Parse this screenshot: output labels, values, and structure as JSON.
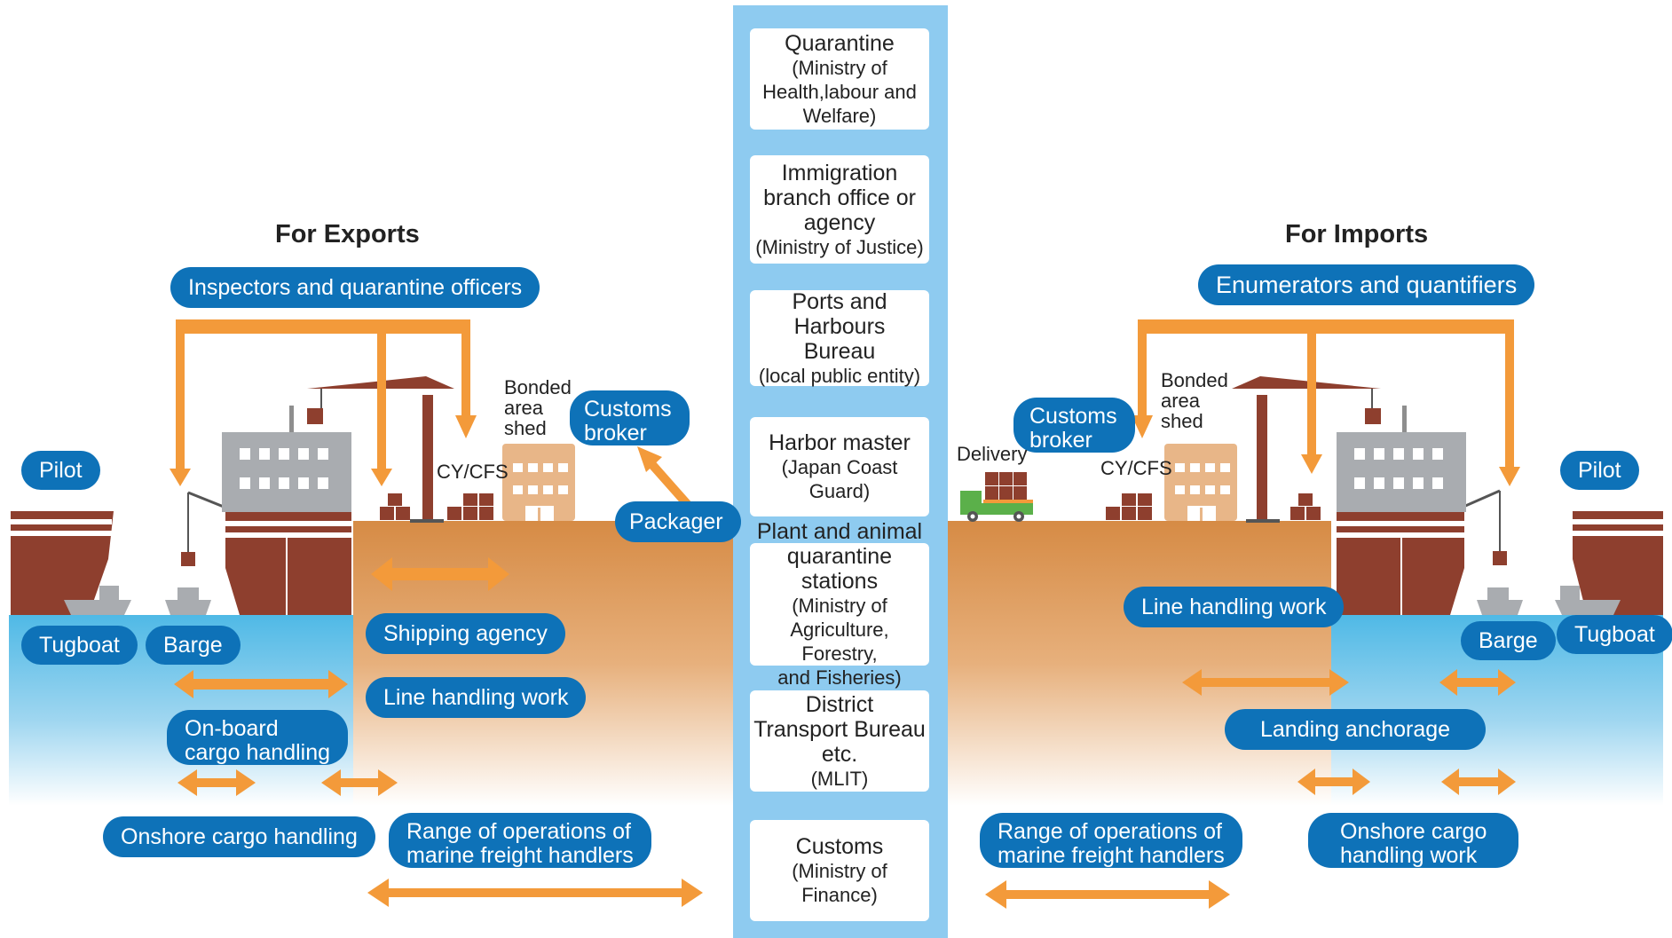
{
  "exports": {
    "heading": "For Exports",
    "inspectors": "Inspectors and quarantine officers",
    "pilot": "Pilot",
    "tugboat": "Tugboat",
    "barge": "Barge",
    "onboard_line1": "On-board",
    "onboard_line2": "cargo handling",
    "onshore": "Onshore cargo handling",
    "shipping_agency": "Shipping agency",
    "line_handling": "Line handling work",
    "range_line1": "Range of operations of",
    "range_line2": "marine freight handlers",
    "customs_broker_line1": "Customs",
    "customs_broker_line2": "broker",
    "packager": "Packager",
    "cycfs": "CY/CFS",
    "bonded_line1": "Bonded",
    "bonded_line2": "area",
    "bonded_line3": "shed"
  },
  "imports": {
    "heading": "For Imports",
    "enumerators": "Enumerators and quantifiers",
    "pilot": "Pilot",
    "tugboat": "Tugboat",
    "barge": "Barge",
    "line_handling": "Line handling work",
    "landing_anchorage": "Landing anchorage",
    "onshore_line1": "Onshore cargo",
    "onshore_line2": "handling work",
    "range_line1": "Range of operations of",
    "range_line2": "marine freight handlers",
    "customs_broker_line1": "Customs",
    "customs_broker_line2": "broker",
    "delivery": "Delivery",
    "cycfs": "CY/CFS",
    "bonded_line1": "Bonded",
    "bonded_line2": "area",
    "bonded_line3": "shed"
  },
  "agencies": [
    {
      "main": "Quarantine",
      "sub": "(Ministry of\nHealth,labour and\nWelfare)"
    },
    {
      "main": "Immigration\nbranch office or\nagency",
      "sub": "(Ministry of Justice)"
    },
    {
      "main": "Ports and Harbours\nBureau",
      "sub": "(local public entity)"
    },
    {
      "main": "Harbor master",
      "sub": "(Japan Coast Guard)"
    },
    {
      "main": "Plant and animal\nquarantine stations",
      "sub": "(Ministry of\nAgriculture, Forestry,\nand Fisheries)"
    },
    {
      "main": "District\nTransport Bureau\netc.",
      "sub": "(MLIT)"
    },
    {
      "main": "Customs",
      "sub": "(Ministry of Finance)"
    }
  ],
  "colors": {
    "pill": "#0e72b8",
    "arrow": "#f39a3a",
    "column": "#8ecbf0",
    "sea": "#55bce8",
    "land": "#d9924c",
    "ship_hull": "#8e3f2e"
  }
}
